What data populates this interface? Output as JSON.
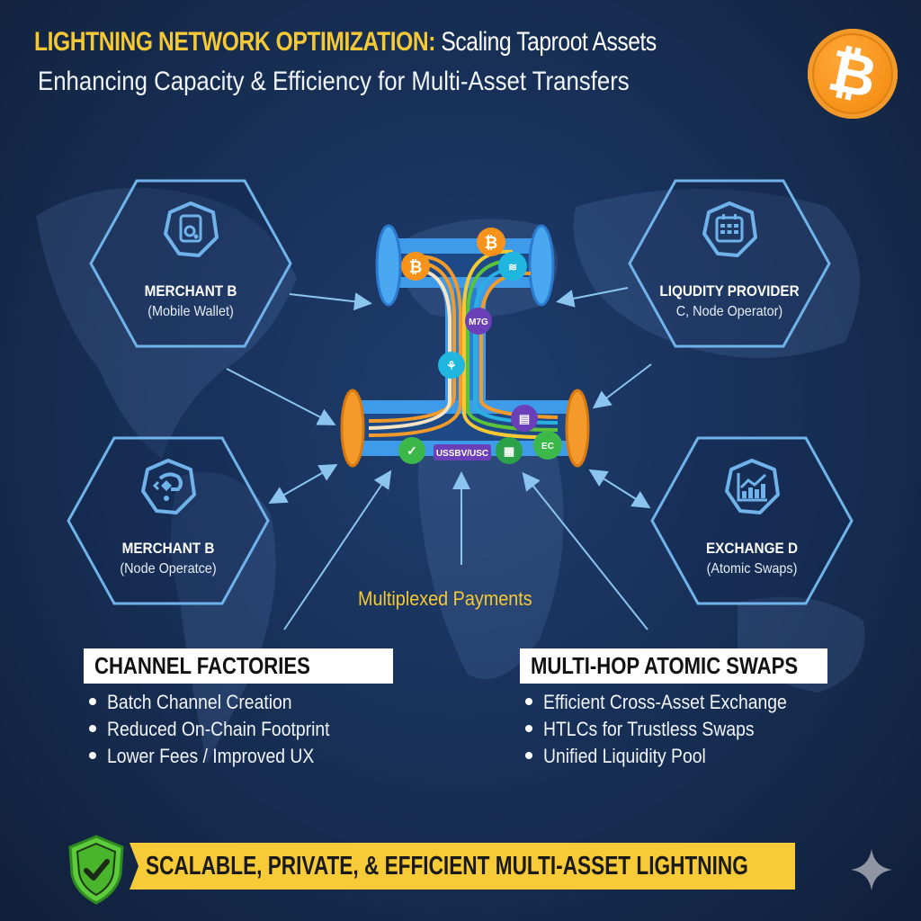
{
  "header": {
    "title_highlight": "LIGHTNING NETWORK OPTIMIZATION:",
    "title_rest": " Scaling Taproot Assets",
    "subtitle": "Enhancing Capacity & Efficiency for Multi-Asset Transfers",
    "badge_icon": "bitcoin-icon",
    "badge_glyph": "₿"
  },
  "nodes": [
    {
      "id": "top-left",
      "name": "MERCHANT B",
      "role": "(Mobile Wallet)",
      "icon": "mobile-wallet-icon"
    },
    {
      "id": "top-right",
      "name": "LIQUDITY PROVIDER",
      "role": "C, Node Operator)",
      "icon": "calendar-grid-icon"
    },
    {
      "id": "bottom-left",
      "name": "MERCHANT B",
      "role": "(Node Operatce)",
      "icon": "node-diamond-icon"
    },
    {
      "id": "bottom-right",
      "name": "EXCHANGE D",
      "role": "(Atomic Swaps)",
      "icon": "bar-chart-trend-icon"
    }
  ],
  "pipe": {
    "tokens": [
      {
        "label": "₿",
        "color": "#f7931a"
      },
      {
        "label": "₿",
        "color": "#f7931a"
      },
      {
        "label": "≋",
        "color": "#1fb6e0"
      },
      {
        "label": "M7G",
        "color": "#6b3fb8"
      },
      {
        "label": "⚘",
        "color": "#1fb6e0"
      },
      {
        "label": "▤",
        "color": "#6b3fb8"
      },
      {
        "label": "✓",
        "color": "#3cb84a"
      },
      {
        "label": "▦",
        "color": "#2ba14a"
      },
      {
        "label": "EC",
        "color": "#3cb84a"
      }
    ],
    "asset_tag": "USSBV/USC"
  },
  "center_label": "Multiplexed Payments",
  "panels": [
    {
      "title": "CHANNEL FACTORIES",
      "items": [
        "Batch Channel Creation",
        "Reduced On-Chain Footprint",
        "Lower Fees / Improved UX"
      ]
    },
    {
      "title": "MULTI-HOP ATOMIC SWAPS",
      "items": [
        "Efficient Cross-Asset Exchange",
        "HTLCs for Trustless Swaps",
        "Unified Liquidity Pool"
      ]
    }
  ],
  "footer": {
    "banner": "SCALABLE, PRIVATE, & EFFICIENT MULTI-ASSET LIGHTNING",
    "shield_icon": "shield-check-icon",
    "corner_icon": "sparkle-icon"
  },
  "colors": {
    "accent_yellow": "#f5c835",
    "hex_stroke": "#6fb3ea",
    "pipe_blue": "#3d9be9",
    "pipe_orange": "#f39a2a",
    "background": "#19325c"
  }
}
